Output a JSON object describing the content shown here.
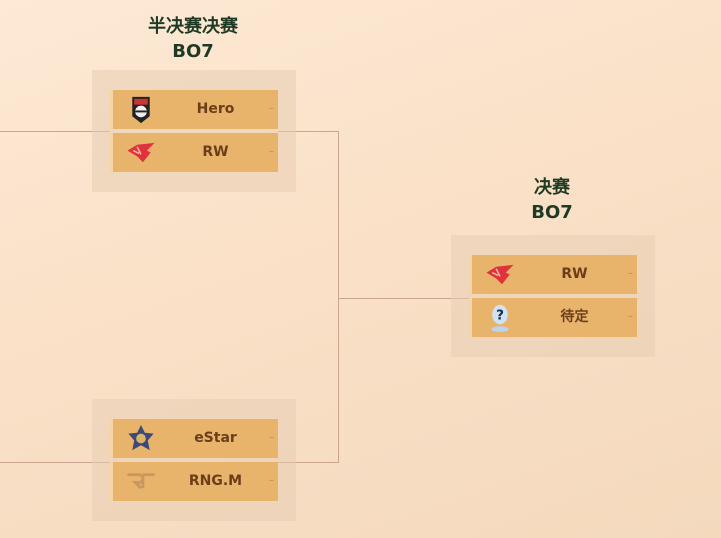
{
  "semifinal": {
    "title": "半决赛决赛",
    "format": "BO7",
    "matches": [
      {
        "teams": [
          {
            "name": "Hero",
            "score": "–",
            "logo": "hero-logo"
          },
          {
            "name": "RW",
            "score": "–",
            "logo": "rw-logo"
          }
        ]
      },
      {
        "teams": [
          {
            "name": "eStar",
            "score": "–",
            "logo": "estar-logo"
          },
          {
            "name": "RNG.M",
            "score": "–",
            "logo": "rng-logo"
          }
        ]
      }
    ]
  },
  "final": {
    "title": "决赛",
    "format": "BO7",
    "teams": [
      {
        "name": "RW",
        "score": "–",
        "logo": "rw-logo"
      },
      {
        "name": "待定",
        "score": "–",
        "logo": "unknown-team-icon"
      }
    ]
  }
}
